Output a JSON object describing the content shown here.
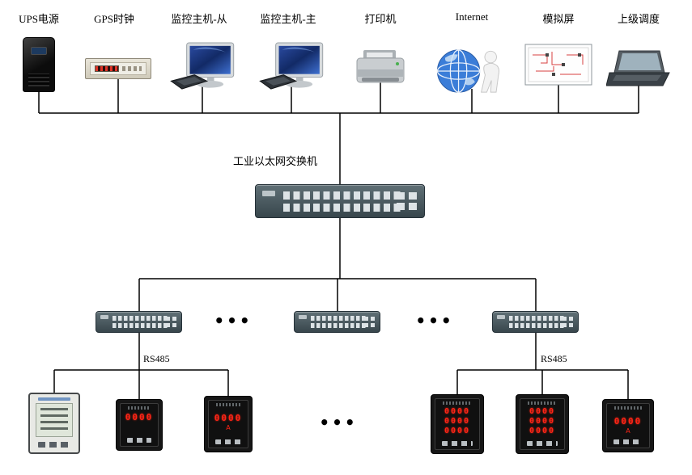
{
  "top": {
    "devices": [
      {
        "label": "UPS电源"
      },
      {
        "label": "GPS时钟"
      },
      {
        "label": "监控主机-从"
      },
      {
        "label": "监控主机-主"
      },
      {
        "label": "打印机"
      },
      {
        "label": "Internet"
      },
      {
        "label": "模拟屏"
      },
      {
        "label": "上级调度"
      }
    ]
  },
  "network": {
    "main_switch_label": "工业以太网交换机",
    "rs485_left": "RS485",
    "rs485_right": "RS485",
    "more_switches_left": "•••",
    "more_switches_right": "•••",
    "more_meters": "•••"
  },
  "meters": {
    "left": [
      {
        "display_rows": [],
        "unit": ""
      },
      {
        "display_rows": [
          "0000"
        ],
        "unit": ""
      },
      {
        "display_rows": [
          "0000"
        ],
        "unit": "A"
      }
    ],
    "right": [
      {
        "display_rows": [
          "0000",
          "0000",
          "0000"
        ],
        "unit": ""
      },
      {
        "display_rows": [
          "0000",
          "0000",
          "0000"
        ],
        "unit": ""
      },
      {
        "display_rows": [
          "0000"
        ],
        "unit": "A"
      }
    ]
  },
  "colors": {
    "line": "#000000",
    "switch_body": "#46565d",
    "led_red": "#ff2416",
    "globe_blue": "#3b7dd8"
  }
}
